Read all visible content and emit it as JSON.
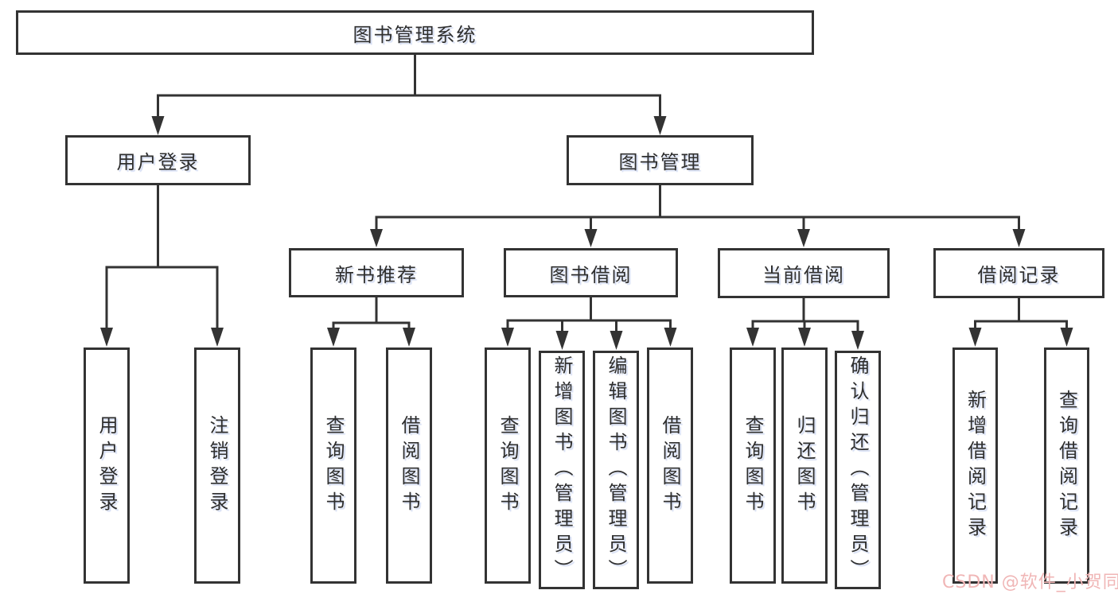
{
  "tree": {
    "label": "图书管理系统",
    "children": [
      {
        "label": "用户登录",
        "children": [
          {
            "label": "用户登录"
          },
          {
            "label": "注销登录"
          }
        ]
      },
      {
        "label": "图书管理",
        "children": [
          {
            "label": "新书推荐",
            "children": [
              {
                "label": "查询图书"
              },
              {
                "label": "借阅图书"
              }
            ]
          },
          {
            "label": "图书借阅",
            "children": [
              {
                "label": "查询图书"
              },
              {
                "label": "新增图书（管理员）"
              },
              {
                "label": "编辑图书（管理员）"
              },
              {
                "label": "借阅图书"
              }
            ]
          },
          {
            "label": "当前借阅",
            "children": [
              {
                "label": "查询图书"
              },
              {
                "label": "归还图书"
              },
              {
                "label": "确认归还（管理员）"
              }
            ]
          },
          {
            "label": "借阅记录",
            "children": [
              {
                "label": "新增借阅记录"
              },
              {
                "label": "查询借阅记录"
              }
            ]
          }
        ]
      }
    ]
  },
  "watermark": {
    "text": "CSDN @软件_小贺同学",
    "color": "#f0b6b6"
  },
  "colors": {
    "line": "#333333",
    "box_border": "#333333",
    "text": "#2e2e2e",
    "background": "#ffffff"
  }
}
